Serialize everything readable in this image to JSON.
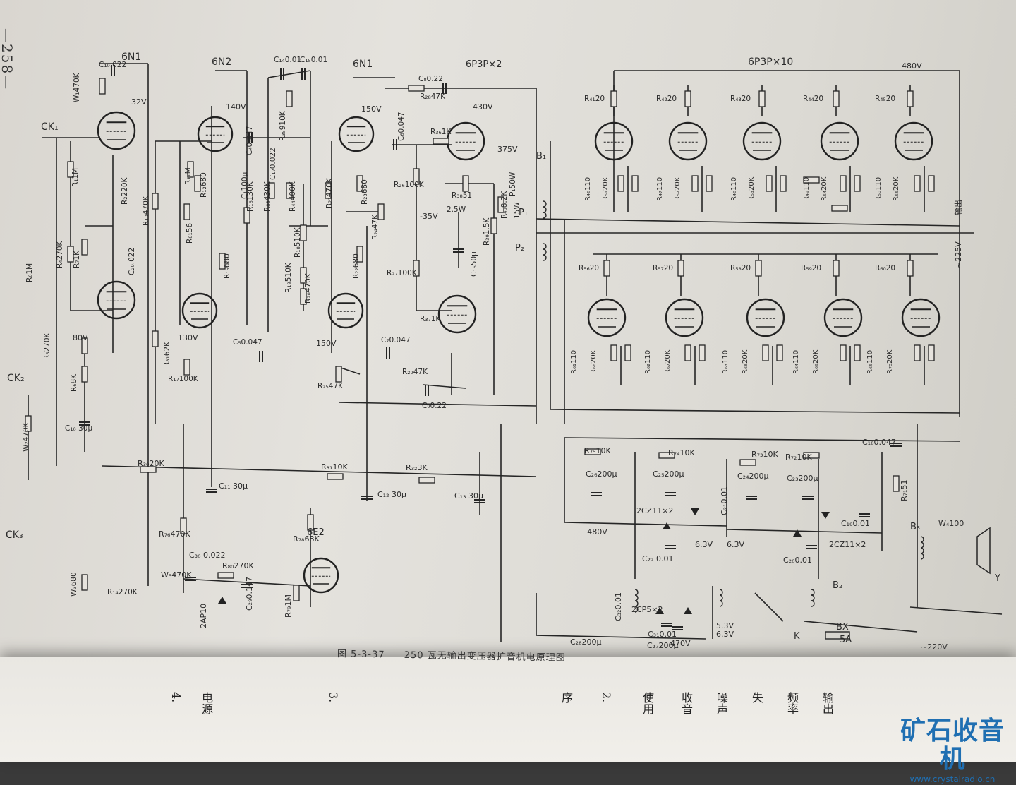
{
  "page": {
    "page_number": "—258—",
    "caption_number": "图 5-3-37",
    "caption_title": "250 瓦无输出变压器扩音机电原理图"
  },
  "tubes": {
    "stage1": "6N1",
    "stage2": "6N2",
    "stage3": "6N1",
    "driver": "6P3P×2",
    "output": "6P3P×10",
    "indicator": "6E2"
  },
  "inputs": [
    "CK₁",
    "CK₂",
    "CK₃"
  ],
  "voltages": {
    "v32": "32V",
    "v140": "140V",
    "v150a": "150V",
    "v430": "430V",
    "v375": "375V",
    "v480": "480V",
    "v80": "80V",
    "v130": "130V",
    "v150b": "150V",
    "vneg35": "-35V",
    "vneg480": "−480V",
    "v63a": "6.3V",
    "v63b": "6.3V",
    "v53": "5.3V",
    "v63c": "6.3V",
    "v470": "470V",
    "v220": "~220V",
    "v225": "~225V"
  },
  "components_left": [
    "W₁470K",
    "C₁₀.022",
    "R₁1M",
    "R₂220K",
    "R₆1M",
    "R₄270K",
    "R₇1K",
    "R₅270K",
    "R₆8K",
    "C₁₀ 30μ",
    "W₂470K",
    "W₃680",
    "R₁₄270K",
    "R₁₀470K",
    "C₂₀.022",
    "R₁₁M",
    "R₁₂680",
    "C₁100μ",
    "R₈₁56",
    "R₁₅680",
    "R₈₁62K",
    "R₁₇100K",
    "C₅0.047",
    "R₁₆130K",
    "C₄0.047"
  ],
  "components_mid": [
    "C₁₄0.01",
    "C₁₅0.01",
    "R₃₅910K",
    "C₁₇0.022",
    "R₈₃430K",
    "R₄₄400K",
    "R₁₈510K",
    "R₁₉510K",
    "R₂₀470K",
    "R₂₁470K",
    "R₂₃680",
    "R₂₂680",
    "R₂₄47K",
    "R₂₅47K",
    "C₈0.22",
    "R₂₈47K",
    "C₆0.047",
    "R₃₆1K",
    "R₂₆100K",
    "R₃₈51",
    "2.5W",
    "R₂₇100K",
    "C₁₆50μ",
    "R₃₇1K",
    "C₇0.047",
    "R₂₉47K",
    "C₉0.22",
    "R₄₀8.2K",
    "R₃₉1.5K",
    "P₁50W",
    "15W"
  ],
  "components_output_top": [
    "R₄₁20",
    "R₄₂20",
    "R₄₃20",
    "R₄₄20",
    "R₄₅20",
    "R₄₆110",
    "R₅₁20K",
    "R₄₇110",
    "R₅₂20K",
    "R₄₈110",
    "R₅₃20K",
    "R₄₉110",
    "R₅₄20K",
    "R₅₀110",
    "R₅₅20K"
  ],
  "components_output_bottom": [
    "R₅₆20",
    "R₅₇20",
    "R₅₈20",
    "R₅₉20",
    "R₆₀20",
    "R₆₁110",
    "R₆₆20K",
    "R₆₂110",
    "R₆₇20K",
    "R₆₃110",
    "R₆₈20K",
    "R₆₄110",
    "R₆₉20K",
    "R₆₅110",
    "R₇₀20K"
  ],
  "components_power": [
    "R₃₀20K",
    "R₃₁10K",
    "R₃₂3K",
    "C₁₁ 30μ",
    "C₁₂ 30μ",
    "C₁₃ 30μ",
    "R₇₆470K",
    "R₇₈68K",
    "C₃₀ 0.022",
    "R₈₀270K",
    "W₅470K",
    "2AP10",
    "C₂₉0.147",
    "R₇₉1M",
    "R₇₅10K",
    "R₇₄10K",
    "R₇₃10K",
    "R₇₂10K",
    "C₂₆200μ",
    "C₂₅200μ",
    "C₂₄200μ",
    "C₂₃200μ",
    "2CZ11×2",
    "2CZ11×2",
    "C₂₂ 0.01",
    "C₂₁0.01",
    "C₂₀0.01",
    "C₁₉0.01",
    "C₁₈0.047",
    "R₇₁51",
    "W₄100",
    "2CP5×2",
    "C₃₂0.01",
    "C₃₁0.01",
    "C₂₈200μ",
    "C₂₇200μ"
  ],
  "transformers": [
    "B₁",
    "B₂",
    "B₃",
    "P₁",
    "P₂",
    "BX",
    "5A",
    "K",
    "Y"
  ],
  "output_label": "输出",
  "next_page_fragments": [
    "4.",
    "电源",
    "3.",
    "序",
    "2.",
    "使用",
    "收音",
    "噪声",
    "失",
    "频率",
    "输出"
  ],
  "watermark": {
    "name": "矿石收音机",
    "url": "www.crystalradio.cn"
  }
}
